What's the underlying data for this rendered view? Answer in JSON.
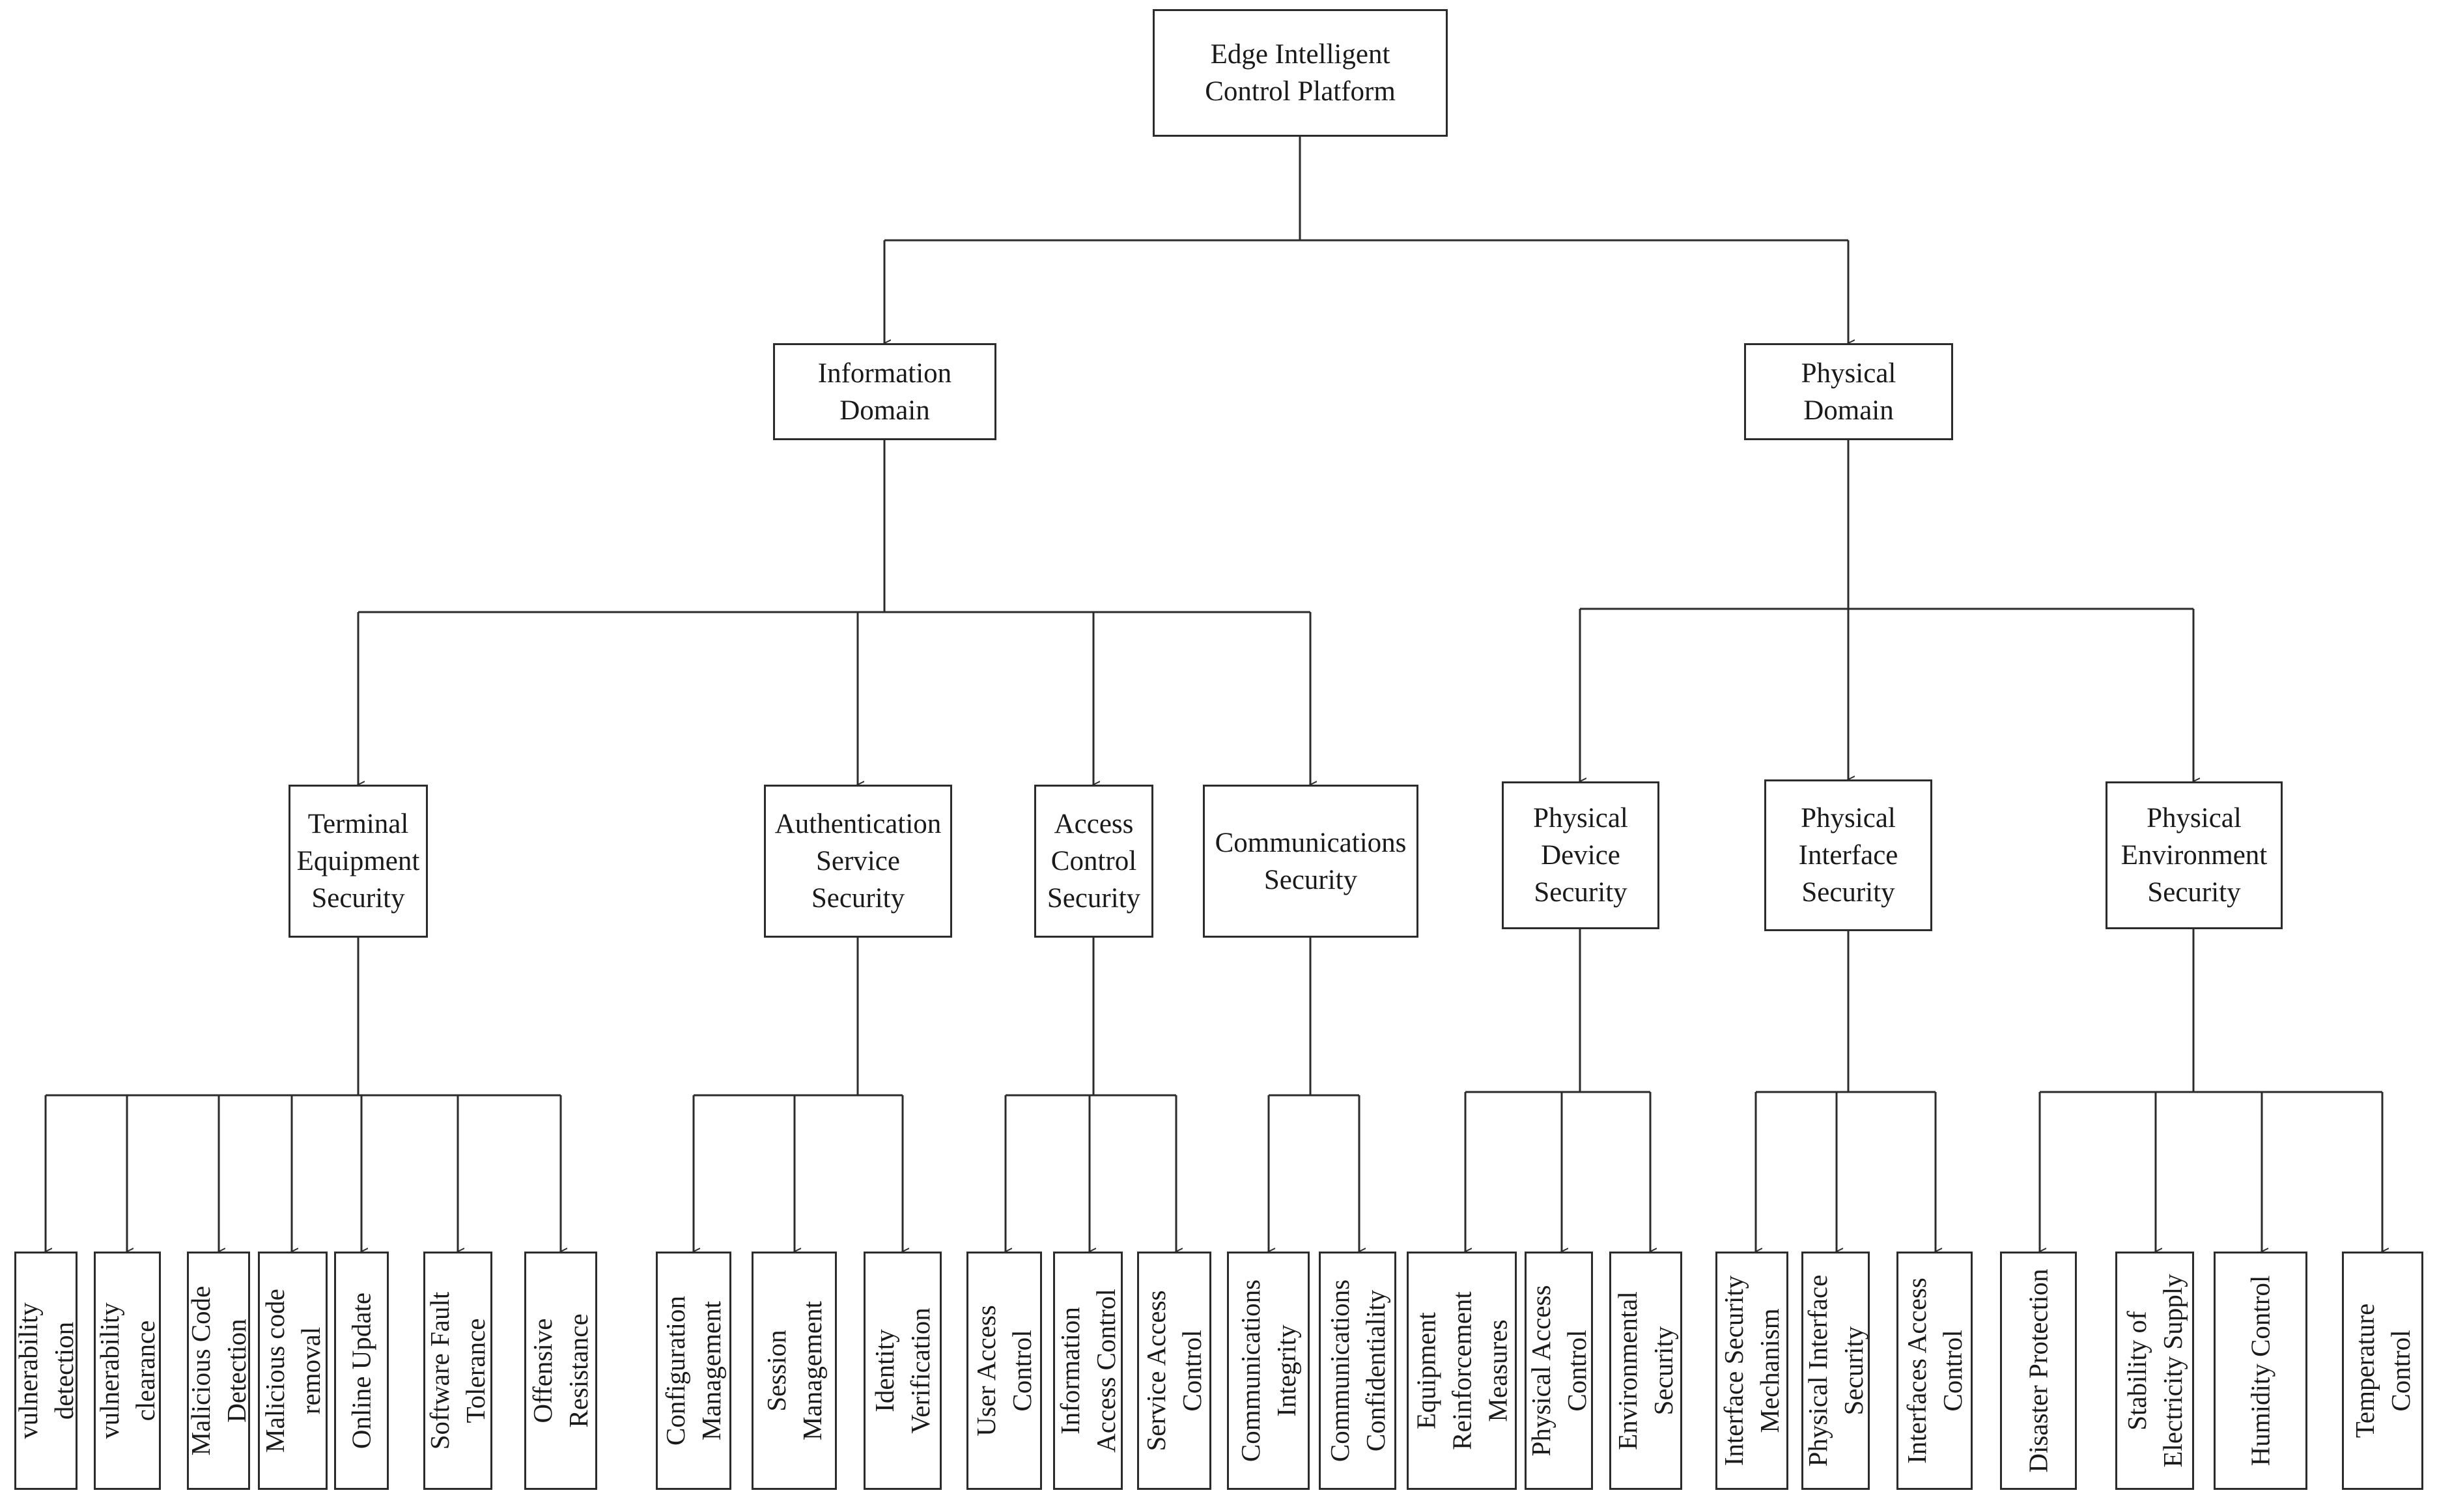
{
  "root": {
    "lines": [
      "Edge Intelligent",
      "Control Platform"
    ]
  },
  "domains": {
    "information": {
      "lines": [
        "Information",
        "Domain"
      ]
    },
    "physical": {
      "lines": [
        "Physical",
        "Domain"
      ]
    }
  },
  "categories": {
    "terminal": {
      "lines": [
        "Terminal",
        "Equipment",
        "Security"
      ]
    },
    "authentication": {
      "lines": [
        "Authentication",
        "Service",
        "Security"
      ]
    },
    "access_control": {
      "lines": [
        "Access",
        "Control",
        "Security"
      ]
    },
    "communications": {
      "lines": [
        "Communications",
        "Security"
      ]
    },
    "physical_device": {
      "lines": [
        "Physical",
        "Device",
        "Security"
      ]
    },
    "physical_interface": {
      "lines": [
        "Physical",
        "Interface",
        "Security"
      ]
    },
    "physical_environment": {
      "lines": [
        "Physical",
        "Environment",
        "Security"
      ]
    }
  },
  "leaves": {
    "terminal": [
      {
        "lines": [
          "vulnerability",
          "detection"
        ]
      },
      {
        "lines": [
          "vulnerability",
          "clearance"
        ]
      },
      {
        "lines": [
          "Malicious Code",
          "Detection"
        ]
      },
      {
        "lines": [
          "Malicious code",
          "removal"
        ]
      },
      {
        "lines": [
          "Online Update"
        ]
      },
      {
        "lines": [
          "Software Fault",
          "Tolerance"
        ]
      },
      {
        "lines": [
          "Offensive",
          "Resistance"
        ]
      }
    ],
    "authentication": [
      {
        "lines": [
          "Configuration",
          "Management"
        ]
      },
      {
        "lines": [
          "Session",
          "Management"
        ]
      },
      {
        "lines": [
          "Identity",
          "Verification"
        ]
      }
    ],
    "access_control": [
      {
        "lines": [
          "User Access",
          "Control"
        ]
      },
      {
        "lines": [
          "Information",
          "Access Control"
        ]
      },
      {
        "lines": [
          "Service Access",
          "Control"
        ]
      }
    ],
    "communications": [
      {
        "lines": [
          "Communications",
          "Integrity"
        ]
      },
      {
        "lines": [
          "Communications",
          "Confidentiality"
        ]
      }
    ],
    "physical_device": [
      {
        "lines": [
          "Equipment",
          "Reinforcement",
          "Measures"
        ]
      },
      {
        "lines": [
          "Physical Access",
          "Control"
        ]
      },
      {
        "lines": [
          "Environmental",
          "Security"
        ]
      }
    ],
    "physical_interface": [
      {
        "lines": [
          "Interface Security",
          "Mechanism"
        ]
      },
      {
        "lines": [
          "Physical Interface",
          "Security"
        ]
      },
      {
        "lines": [
          "Interfaces Access",
          "Control"
        ]
      }
    ],
    "physical_environment": [
      {
        "lines": [
          "Disaster Protection"
        ]
      },
      {
        "lines": [
          "Stability of",
          "Electricity Supply"
        ]
      },
      {
        "lines": [
          "Humidity Control"
        ]
      },
      {
        "lines": [
          "Temperature",
          "Control"
        ]
      }
    ]
  }
}
